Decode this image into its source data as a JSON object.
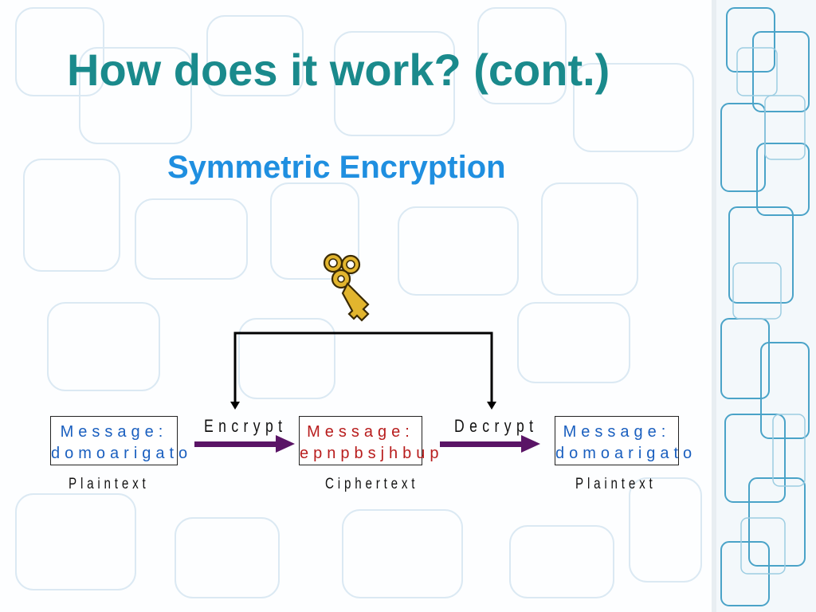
{
  "slide": {
    "title": "How does it work? (cont.)",
    "subtitle": "Symmetric Encryption"
  },
  "diagram": {
    "key_icon": "golden-key-icon",
    "boxes": [
      {
        "line1": "Message:",
        "line2": "domoarigato",
        "caption": "Plaintext",
        "color": "#1a5fbf"
      },
      {
        "line1": "Message:",
        "line2": "epnpbsjhbup",
        "caption": "Ciphertext",
        "color": "#b81d1d"
      },
      {
        "line1": "Message:",
        "line2": "domoarigato",
        "caption": "Plaintext",
        "color": "#1a5fbf"
      }
    ],
    "arrows": [
      {
        "label": "Encrypt",
        "color": "#5a1466"
      },
      {
        "label": "Decrypt",
        "color": "#5a1466"
      }
    ]
  },
  "theme": {
    "title_color": "#1a8a8c",
    "subtitle_color": "#1f8fe0",
    "background_pattern": "light-blue-rounded-squares"
  }
}
